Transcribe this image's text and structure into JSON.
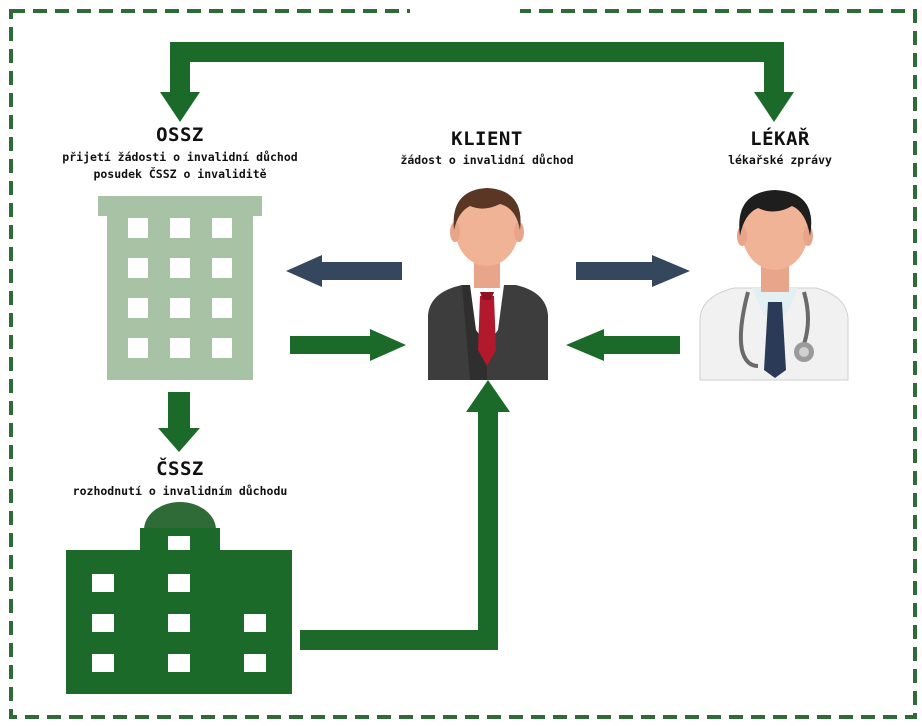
{
  "ossz": {
    "title": "OSSZ",
    "line1": "přijetí žádosti o invalidní důchod",
    "line2": "posudek ČSSZ o invaliditě"
  },
  "klient": {
    "title": "KLIENT",
    "line1": "žádost o invalidní důchod"
  },
  "lekar": {
    "title": "LÉKAŘ",
    "line1": "lékařské zprávy"
  },
  "cssz": {
    "title": "ČSSZ",
    "line1": "rozhodnutí o invalidním důchodu"
  },
  "colors": {
    "green": "#1b6a2a",
    "navy": "#35475c",
    "light_green": "#a7c2a4",
    "border": "#2f6b37"
  }
}
